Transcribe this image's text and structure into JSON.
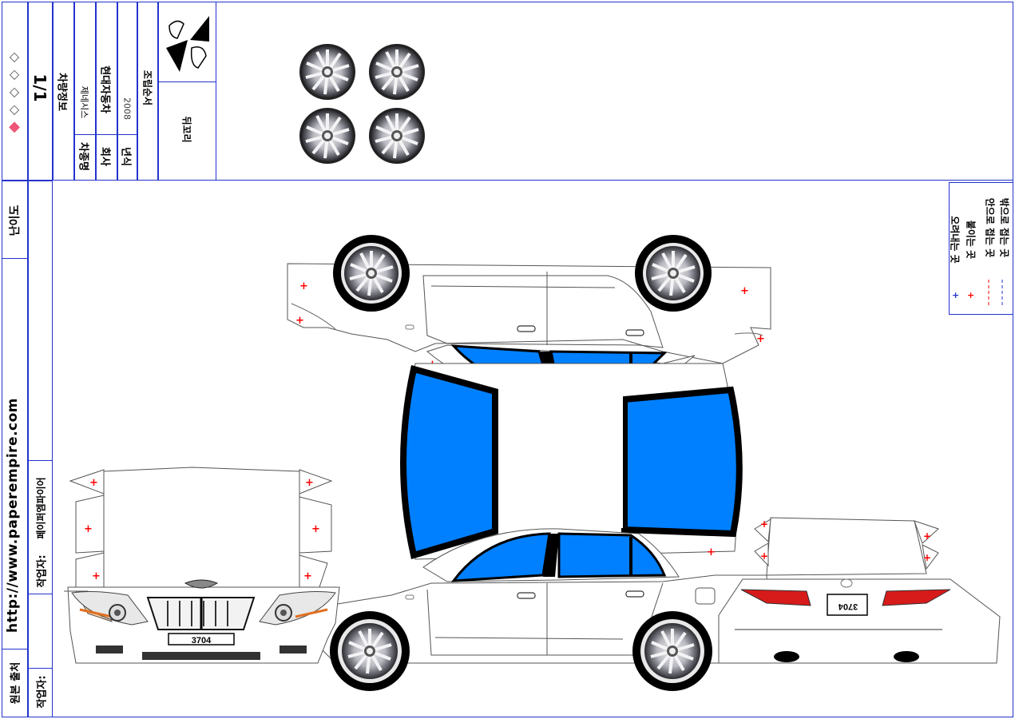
{
  "header": {
    "difficulty_marks": [
      "◇",
      "◇",
      "◇",
      "◇",
      "◆"
    ],
    "page": "1/1",
    "vehicle_info_label": "차량정보",
    "name_label": "차종명",
    "name_value": "제네시스",
    "maker_label": "회사",
    "maker_value": "현대자동차",
    "year_label": "년식",
    "year_value": "2008",
    "assembly_label": "조립순서",
    "tail_label": "뒤꼬리"
  },
  "sidebar": {
    "difficulty_label": "난이도",
    "website": "http://www.paperempire.com",
    "author_label": "작업자:",
    "author_value": "페이퍼엠파이어",
    "original_label": "원본 출처",
    "author_label2": "작업자:"
  },
  "legend": {
    "items": [
      {
        "label": "오려내는 곳",
        "color": "#2233cc",
        "style": "plus"
      },
      {
        "label": "붙이는 곳",
        "color": "#ff0000",
        "style": "plus"
      },
      {
        "label": "안으로 접는 곳",
        "color": "#ff0000",
        "style": "dash"
      },
      {
        "label": "밖으로 접는 곳",
        "color": "#2233cc",
        "style": "dash"
      }
    ]
  },
  "plates": {
    "front": "3704",
    "rear": "3704"
  },
  "colors": {
    "border": "#2233cc",
    "glass": "#0077ff",
    "glue_mark": "#ff0000",
    "tire": "#000000"
  }
}
